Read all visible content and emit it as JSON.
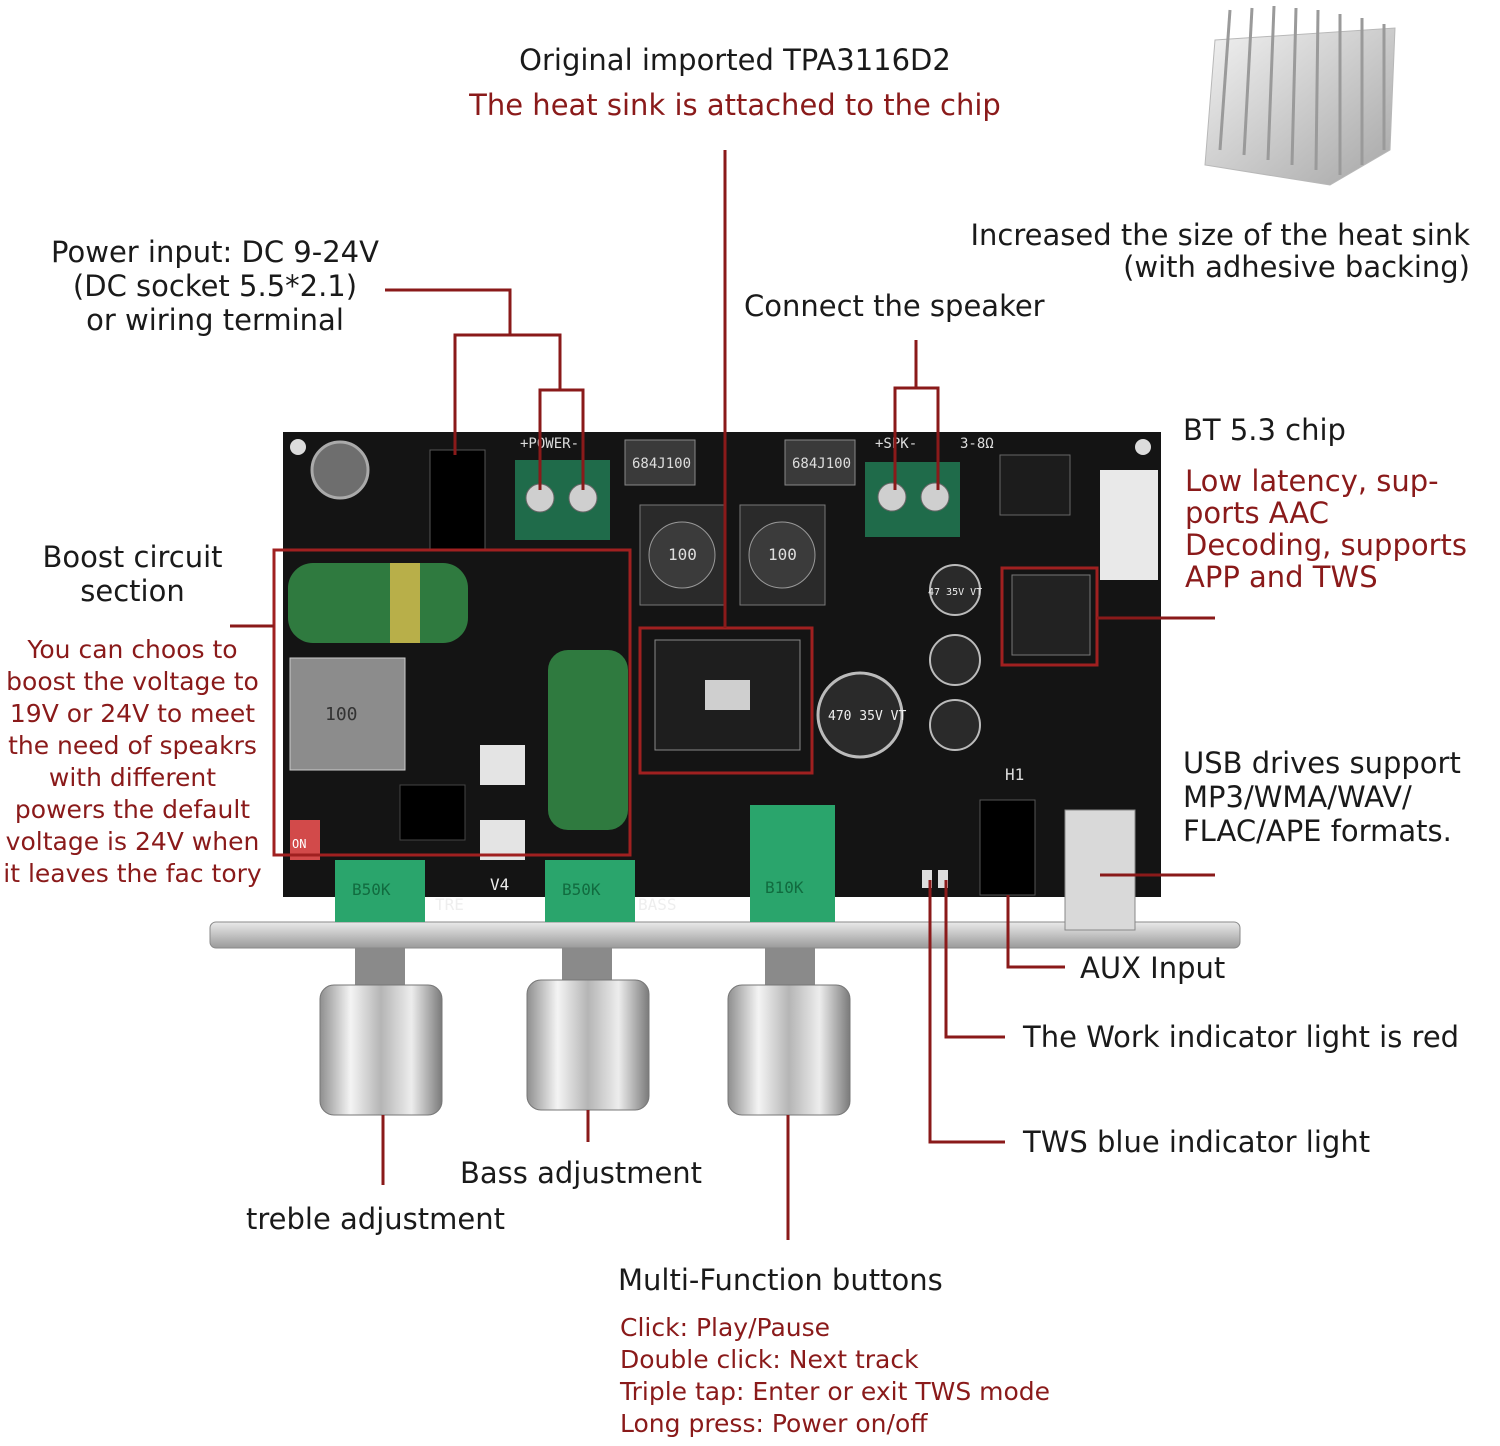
{
  "chip": {
    "title": "Original imported  TPA3116D2",
    "subtitle": "The heat sink is attached to the  chip"
  },
  "heatsink": {
    "line1": "Increased the size of the heat sink",
    "line2": "(with adhesive  backing)"
  },
  "power": {
    "line1": "Power input: DC 9-24V",
    "line2": "(DC socket 5.5*2.1)",
    "line3": "or wiring terminal"
  },
  "speaker": {
    "label": "Connect the speaker"
  },
  "bt": {
    "title": "BT 5.3 chip",
    "lines": [
      "Low latency, sup-",
      "ports AAC",
      "Decoding, supports",
      "APP and TWS"
    ]
  },
  "boost": {
    "title1": "Boost circuit",
    "title2": "section",
    "lines": [
      "You can choos to",
      "boost the voltage to",
      "19V or 24V to meet",
      "the need of speakrs",
      "with different",
      "powers the default",
      "voltage is 24V when",
      "it leaves the fac tory"
    ]
  },
  "usb": {
    "lines": [
      "USB drives support",
      "MP3/WMA/WAV/",
      "FLAC/APE formats."
    ]
  },
  "aux": {
    "label": "AUX Input"
  },
  "work_led": {
    "label": "The Work indicator light is red"
  },
  "tws_led": {
    "label": "TWS blue indicator light"
  },
  "bass": {
    "label": "Bass adjustment"
  },
  "treble": {
    "label": "treble adjustment"
  },
  "mfb": {
    "title": "Multi-Function buttons",
    "lines": [
      "Click: Play/Pause",
      "Double click: Next track",
      "Triple tap: Enter or exit TWS mode",
      "Long press: Power on/off"
    ]
  },
  "board_silkscreen": {
    "power_terminal": "+POWER-",
    "speaker_terminal": "+SPK-",
    "impedance": "3-8Ω",
    "cap_a": "684J100",
    "cap_b": "684J100",
    "inductor": "100",
    "boost_inductor": "100",
    "big_cap": "470 35V VT",
    "small_cap": "47 35V VT",
    "pot_treble": "B50K",
    "pot_bass": "B50K",
    "pot_vol": "B10K",
    "tre": "TRE",
    "bass": "BASS",
    "v4": "V4",
    "h1": "H1",
    "switch": "ON"
  },
  "colors": {
    "accent_line": "#8a1a1a",
    "pcb": "#141414",
    "terminal": "#1f6b4a",
    "pot": "#2aa56c"
  }
}
